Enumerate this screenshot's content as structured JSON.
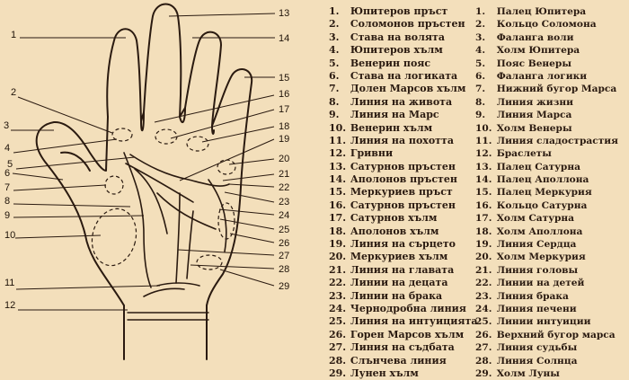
{
  "markers": [
    "1",
    "2",
    "3",
    "4",
    "5",
    "6",
    "7",
    "8",
    "9",
    "10",
    "11",
    "12",
    "13",
    "14",
    "15",
    "16",
    "17",
    "18",
    "19",
    "20",
    "21",
    "22",
    "23",
    "24",
    "25",
    "26",
    "27",
    "28",
    "29"
  ],
  "legend_bg": [
    {
      "n": "1.",
      "t": "Юпитеров пръст"
    },
    {
      "n": "2.",
      "t": "Соломонов пръстен"
    },
    {
      "n": "3.",
      "t": "Става на волята"
    },
    {
      "n": "4.",
      "t": "Юпитеров хълм"
    },
    {
      "n": "5.",
      "t": "Венерин пояс"
    },
    {
      "n": "6.",
      "t": "Става на логиката"
    },
    {
      "n": "7.",
      "t": "Долен Марсов хълм"
    },
    {
      "n": "8.",
      "t": "Линия на живота"
    },
    {
      "n": "9.",
      "t": "Линия на Марс"
    },
    {
      "n": "10.",
      "t": "Венерин хълм"
    },
    {
      "n": "11.",
      "t": "Линия на похотта"
    },
    {
      "n": "12.",
      "t": "Гривни"
    },
    {
      "n": "13.",
      "t": "Сатурнов пръстен"
    },
    {
      "n": "14.",
      "t": "Аполонов пръстен"
    },
    {
      "n": "15.",
      "t": "Меркуриев пръст"
    },
    {
      "n": "16.",
      "t": "Сатурнов пръстен"
    },
    {
      "n": "17.",
      "t": "Сатурнов хълм"
    },
    {
      "n": "18.",
      "t": "Аполонов хълм"
    },
    {
      "n": "19.",
      "t": "Линия на сърцето"
    },
    {
      "n": "20.",
      "t": "Меркуриев хълм"
    },
    {
      "n": "21.",
      "t": "Линия на главата"
    },
    {
      "n": "22.",
      "t": "Линии на децата"
    },
    {
      "n": "23.",
      "t": "Линии на брака"
    },
    {
      "n": "24.",
      "t": "Чернодробна линия"
    },
    {
      "n": "25.",
      "t": "Линия на интуицията"
    },
    {
      "n": "26.",
      "t": "Горен Марсов хълм"
    },
    {
      "n": "27.",
      "t": "Линия на съдбата"
    },
    {
      "n": "28.",
      "t": "Слънчева линия"
    },
    {
      "n": "29.",
      "t": "Лунен хълм"
    }
  ],
  "legend_ru": [
    {
      "n": "1.",
      "t": "Палец Юпитера"
    },
    {
      "n": "2.",
      "t": "Кольцо Соломона"
    },
    {
      "n": "3.",
      "t": "Фаланга воли"
    },
    {
      "n": "4.",
      "t": "Холм Юпитера"
    },
    {
      "n": "5.",
      "t": "Пояс Венеры"
    },
    {
      "n": "6.",
      "t": "Фаланга логики"
    },
    {
      "n": "7.",
      "t": "Нижний бугор Марса"
    },
    {
      "n": "8.",
      "t": "Линия жизни"
    },
    {
      "n": "9.",
      "t": "Линия Марса"
    },
    {
      "n": "10.",
      "t": "Холм Венеры"
    },
    {
      "n": "11.",
      "t": "Линия сладострастия"
    },
    {
      "n": "12.",
      "t": "Браслеты"
    },
    {
      "n": "13.",
      "t": "Палец Сатурна"
    },
    {
      "n": "14.",
      "t": "Палец Аполлона"
    },
    {
      "n": "15.",
      "t": "Палец Меркурия"
    },
    {
      "n": "16.",
      "t": "Кольцо Сатурна"
    },
    {
      "n": "17.",
      "t": "Холм Сатурна"
    },
    {
      "n": "18.",
      "t": "Холм Аполлона"
    },
    {
      "n": "19.",
      "t": "Линия Сердца"
    },
    {
      "n": "20.",
      "t": "Холм Меркурия"
    },
    {
      "n": "21.",
      "t": "Линия головы"
    },
    {
      "n": "22.",
      "t": "Линии на детей"
    },
    {
      "n": "23.",
      "t": "Линия брака"
    },
    {
      "n": "24.",
      "t": "Линия печени"
    },
    {
      "n": "25.",
      "t": "Линии интуиции"
    },
    {
      "n": "26.",
      "t": "Верхний бугор марса"
    },
    {
      "n": "27.",
      "t": "Линия судьбы"
    },
    {
      "n": "28.",
      "t": "Линия Солнца"
    },
    {
      "n": "29.",
      "t": "Холм Луны"
    }
  ]
}
